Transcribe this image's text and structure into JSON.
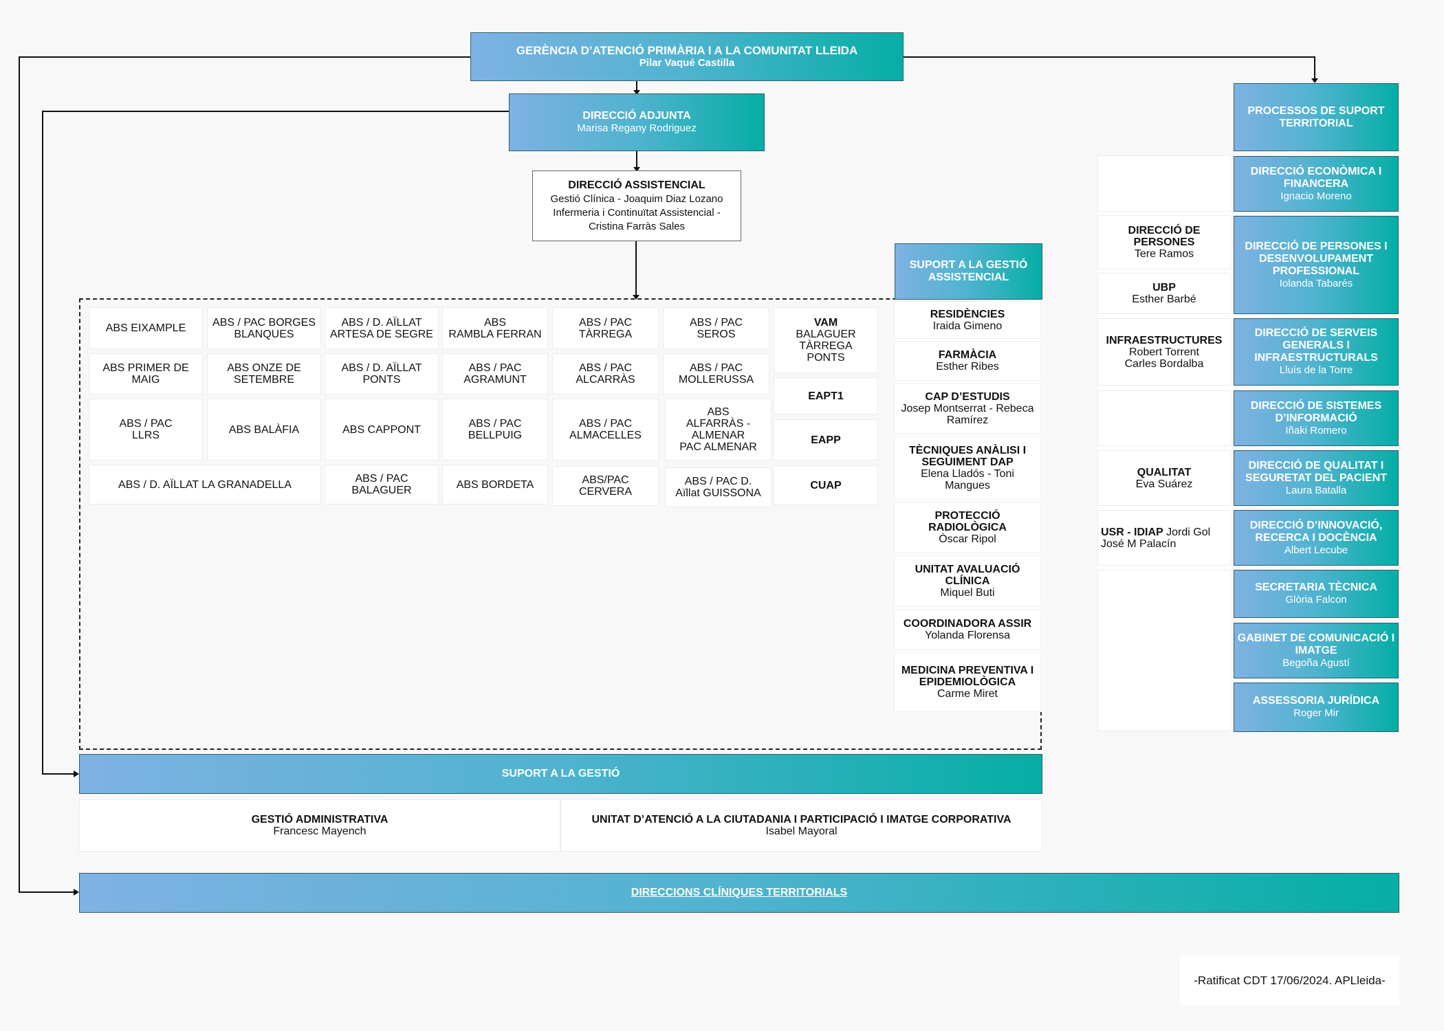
{
  "top": {
    "title": "GERÈNCIA D’ATENCIÓ PRIMÀRIA I A LA COMUNITAT LLEIDA",
    "name": "Pilar Vaqué Castilla"
  },
  "adjunta": {
    "title": "DIRECCIÓ ADJUNTA",
    "name": "Marisa Regany Rodriguez"
  },
  "assistencial": {
    "title": "DIRECCIÓ ASSISTENCIAL",
    "line1": "Gestió Clínica - Joaquim Diaz Lozano",
    "line2": "Infermeria i Continuïtat Assistencial -",
    "line3": "Cristina Farràs Sales"
  },
  "abs": {
    "r1": [
      "ABS EIXAMPLE",
      "ABS / PAC BORGES\nBLANQUES",
      "ABS / D. AÏLLAT\nARTESA DE SEGRE",
      "ABS\nRAMBLA FERRAN",
      "ABS / PAC\nTÀRREGA",
      "ABS / PAC\nSEROS"
    ],
    "r2": [
      "ABS PRIMER DE\nMAIG",
      "ABS ONZE DE\nSETEMBRE",
      "ABS / D. AÏLLAT\nPONTS",
      "ABS / PAC\nAGRAMUNT",
      "ABS / PAC\nALCARRÀS",
      "ABS / PAC\nMOLLERUSSA"
    ],
    "r3": [
      "ABS / PAC\nLLRS",
      "ABS BALÀFIA",
      "ABS CAPPONT",
      "ABS / PAC\nBELLPUIG",
      "ABS / PAC\nALMACELLES",
      "ABS\nALFARRÀS -\nALMENAR\nPAC ALMENAR"
    ],
    "r4": [
      "ABS / D. AÏLLAT LA GRANADELLA",
      "ABS / PAC\nBALAGUER",
      "ABS BORDETA",
      "ABS/PAC\nCERVERA",
      "ABS / PAC D.\nAïllat  GUISSONA"
    ]
  },
  "units": {
    "vam": {
      "title": "VAM",
      "places": "BALAGUER\nTÀRREGA\nPONTS"
    },
    "eapt1": "EAPT1",
    "eapp": "EAPP",
    "cuap": "CUAP"
  },
  "suport_assist": {
    "header": "SUPORT A LA GESTIÓ\nASSISTENCIAL",
    "items": [
      {
        "title": "RESIDÈNCIES",
        "name": "Iraida Gimeno"
      },
      {
        "title": "FARMÀCIA",
        "name": "Esther Ribes"
      },
      {
        "title": "CAP D’ESTUDIS",
        "name": "Josep Montserrat - Rebeca\nRamírez"
      },
      {
        "title": "TÈCNIQUES ANÀLISI I\nSEGUIMENT DAP",
        "name": "Elena Lladós - Toni\nMangues"
      },
      {
        "title": "PROTECCIÓ\nRADIOLÒGICA",
        "name": "Òscar Ripol"
      },
      {
        "title": "UNITAT AVALUACIÓ\nCLÍNICA",
        "name": "Miquel Buti"
      },
      {
        "title": "COORDINADORA ASSIR",
        "name": "Yolanda Florensa"
      },
      {
        "title": "MEDICINA PREVENTIVA I\nEPIDEMIOLÒGICA",
        "name": "Carme Miret"
      }
    ]
  },
  "suport_gestio": {
    "header": "SUPORT A LA GESTIÓ",
    "admin": {
      "title": "GESTIÓ ADMINISTRATIVA",
      "name": "Francesc Mayench"
    },
    "uac": {
      "title": "UNITAT D’ATENCIÓ A LA CIUTADANIA I PARTICIPACIÓ I IMATGE CORPORATIVA",
      "name": "Isabel Mayoral"
    }
  },
  "clinics": {
    "label": "DIRECCIONS CLÍNIQUES TERRITORIALS"
  },
  "processos": {
    "header": "PROCESSOS DE SUPORT\nTERRITORIAL",
    "items": [
      {
        "title": "DIRECCIÓ ECONÒMICA I\nFINANCERA",
        "name": "Ignacio Moreno"
      },
      {
        "title": "DIRECCIÓ DE PERSONES I\nDESENVOLUPAMENT\nPROFESSIONAL",
        "name": "Iolanda Tabarés"
      },
      {
        "title": "DIRECCIÓ DE SERVEIS\nGENERALS I\nINFRAESTRUCTURALS",
        "name": "Lluís de la Torre"
      },
      {
        "title": "DIRECCIÓ DE SISTEMES\nD’INFORMACIÓ",
        "name": "Iñaki Romero"
      },
      {
        "title": "DIRECCIÓ DE QUALITAT I\nSEGURETAT DEL PACIENT",
        "name": "Laura Batalla"
      },
      {
        "title": "DIRECCIÓ D’INNOVACIÓ,\nRECERCA I DOCÈNCIA",
        "name": "Albert Lecube"
      },
      {
        "title": "SECRETARIA TÈCNICA",
        "name": "Glòria Falcon"
      },
      {
        "title": "GABINET DE COMUNICACIÓ I\nIMATGE",
        "name": "Begoña Agustí"
      },
      {
        "title": "ASSESSORIA JURÍDICA",
        "name": "Roger Mir"
      }
    ]
  },
  "side": {
    "persones": {
      "title": "DIRECCIÓ DE\nPERSONES",
      "name": "Tere Ramos"
    },
    "ubp": {
      "title": "UBP",
      "name": "Esther Barbé"
    },
    "infra": {
      "title": "INFRAESTRUCTURES",
      "name": "Robert Torrent\nCarles Bordalba"
    },
    "qualitat": {
      "title": "QUALITAT",
      "name": "Eva Suárez"
    },
    "usr": {
      "title": "USR - IDIAP",
      "name1": " Jordi Gol",
      "name2": "José M Palacín"
    }
  },
  "footer": "-Ratificat CDT 17/06/2024. APLleida-"
}
